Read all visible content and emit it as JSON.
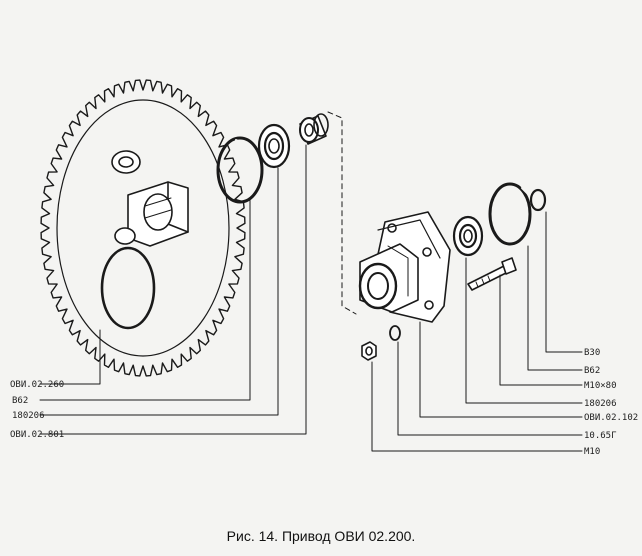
{
  "caption": "Рис. 14. Привод ОВИ 02.200.",
  "labels": {
    "sprocket": "ОВИ.02.260",
    "ring_left": "В62",
    "bearing_left": "180206",
    "bushing": "ОВИ.02.801",
    "ring_small": "В30",
    "ring_right": "В62",
    "bolt": "М10×80",
    "bearing_right": "180206",
    "housing": "ОВИ.02.102",
    "washer": "10.65Г",
    "nut": "М10"
  }
}
